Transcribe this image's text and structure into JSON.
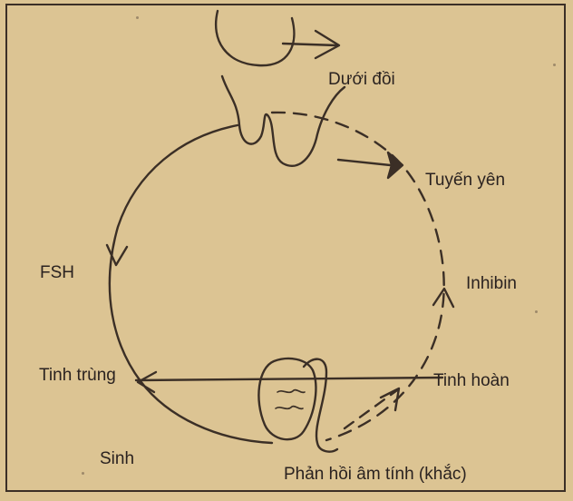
{
  "labels": {
    "hypothalamus": "Dưới đồi",
    "pituitary": "Tuyến yên",
    "fsh": "FSH",
    "inhibin": "Inhibin",
    "sperm": "Tinh trùng",
    "testis": "Tinh hoàn",
    "production": "Sinh",
    "feedback": "Phản hồi âm tính (khắc)"
  },
  "colors": {
    "paper": "#dcc493",
    "ink": "#3b2f26",
    "text": "#2a2220"
  }
}
